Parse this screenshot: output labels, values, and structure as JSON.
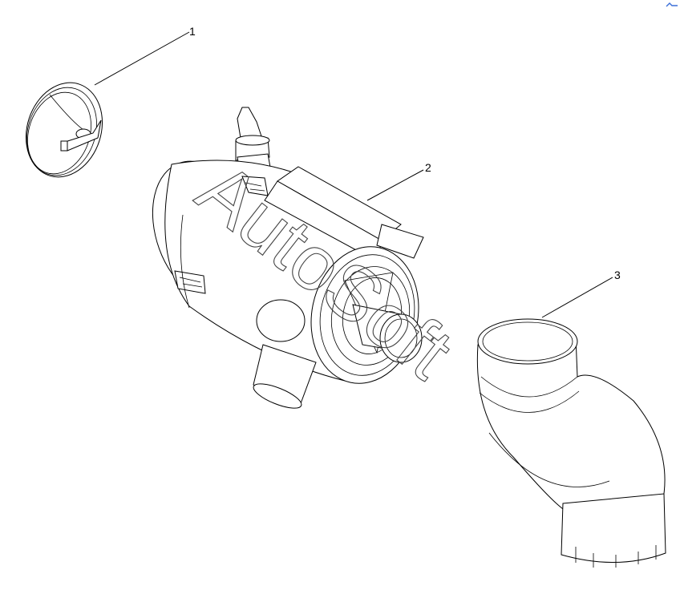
{
  "diagram": {
    "watermark": "AutoSoft",
    "callouts": [
      {
        "id": "1",
        "label": "1"
      },
      {
        "id": "2",
        "label": "2"
      },
      {
        "id": "3",
        "label": "3"
      }
    ]
  },
  "colors": {
    "line": "#000000",
    "background": "#ffffff",
    "corner_mark": "#3b6fd8"
  }
}
